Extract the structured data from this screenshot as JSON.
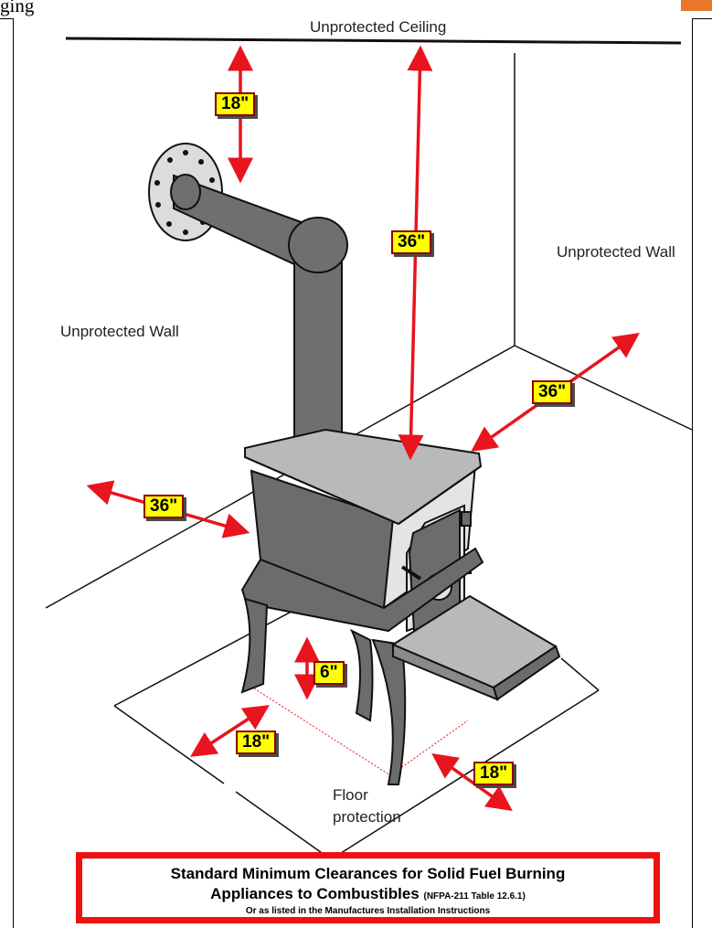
{
  "header_fragment": "ging",
  "labels": {
    "ceiling": "Unprotected Ceiling",
    "wall_left": "Unprotected Wall",
    "wall_right": "Unprotected Wall",
    "floor_line1": "Floor",
    "floor_line2": "protection"
  },
  "clearances": {
    "ceiling_to_pipe": "18\"",
    "ceiling_to_stove": "36\"",
    "back_wall": "36\"",
    "side_wall": "36\"",
    "floor_height": "6\"",
    "floor_front_left": "18\"",
    "floor_front_right": "18\""
  },
  "banner": {
    "line1": "Standard Minimum Clearances for Solid Fuel Burning",
    "line2_main": "Appliances to Combustibles",
    "line2_ref": "(NFPA-211 Table 12.6.1)",
    "line3": "Or as listed in the Manufactures Installation Instructions"
  },
  "colors": {
    "arrow": "#e8141e",
    "tag_fill": "#ffff00",
    "banner_border": "#ee1111",
    "corner_tab": "#e8762b"
  }
}
